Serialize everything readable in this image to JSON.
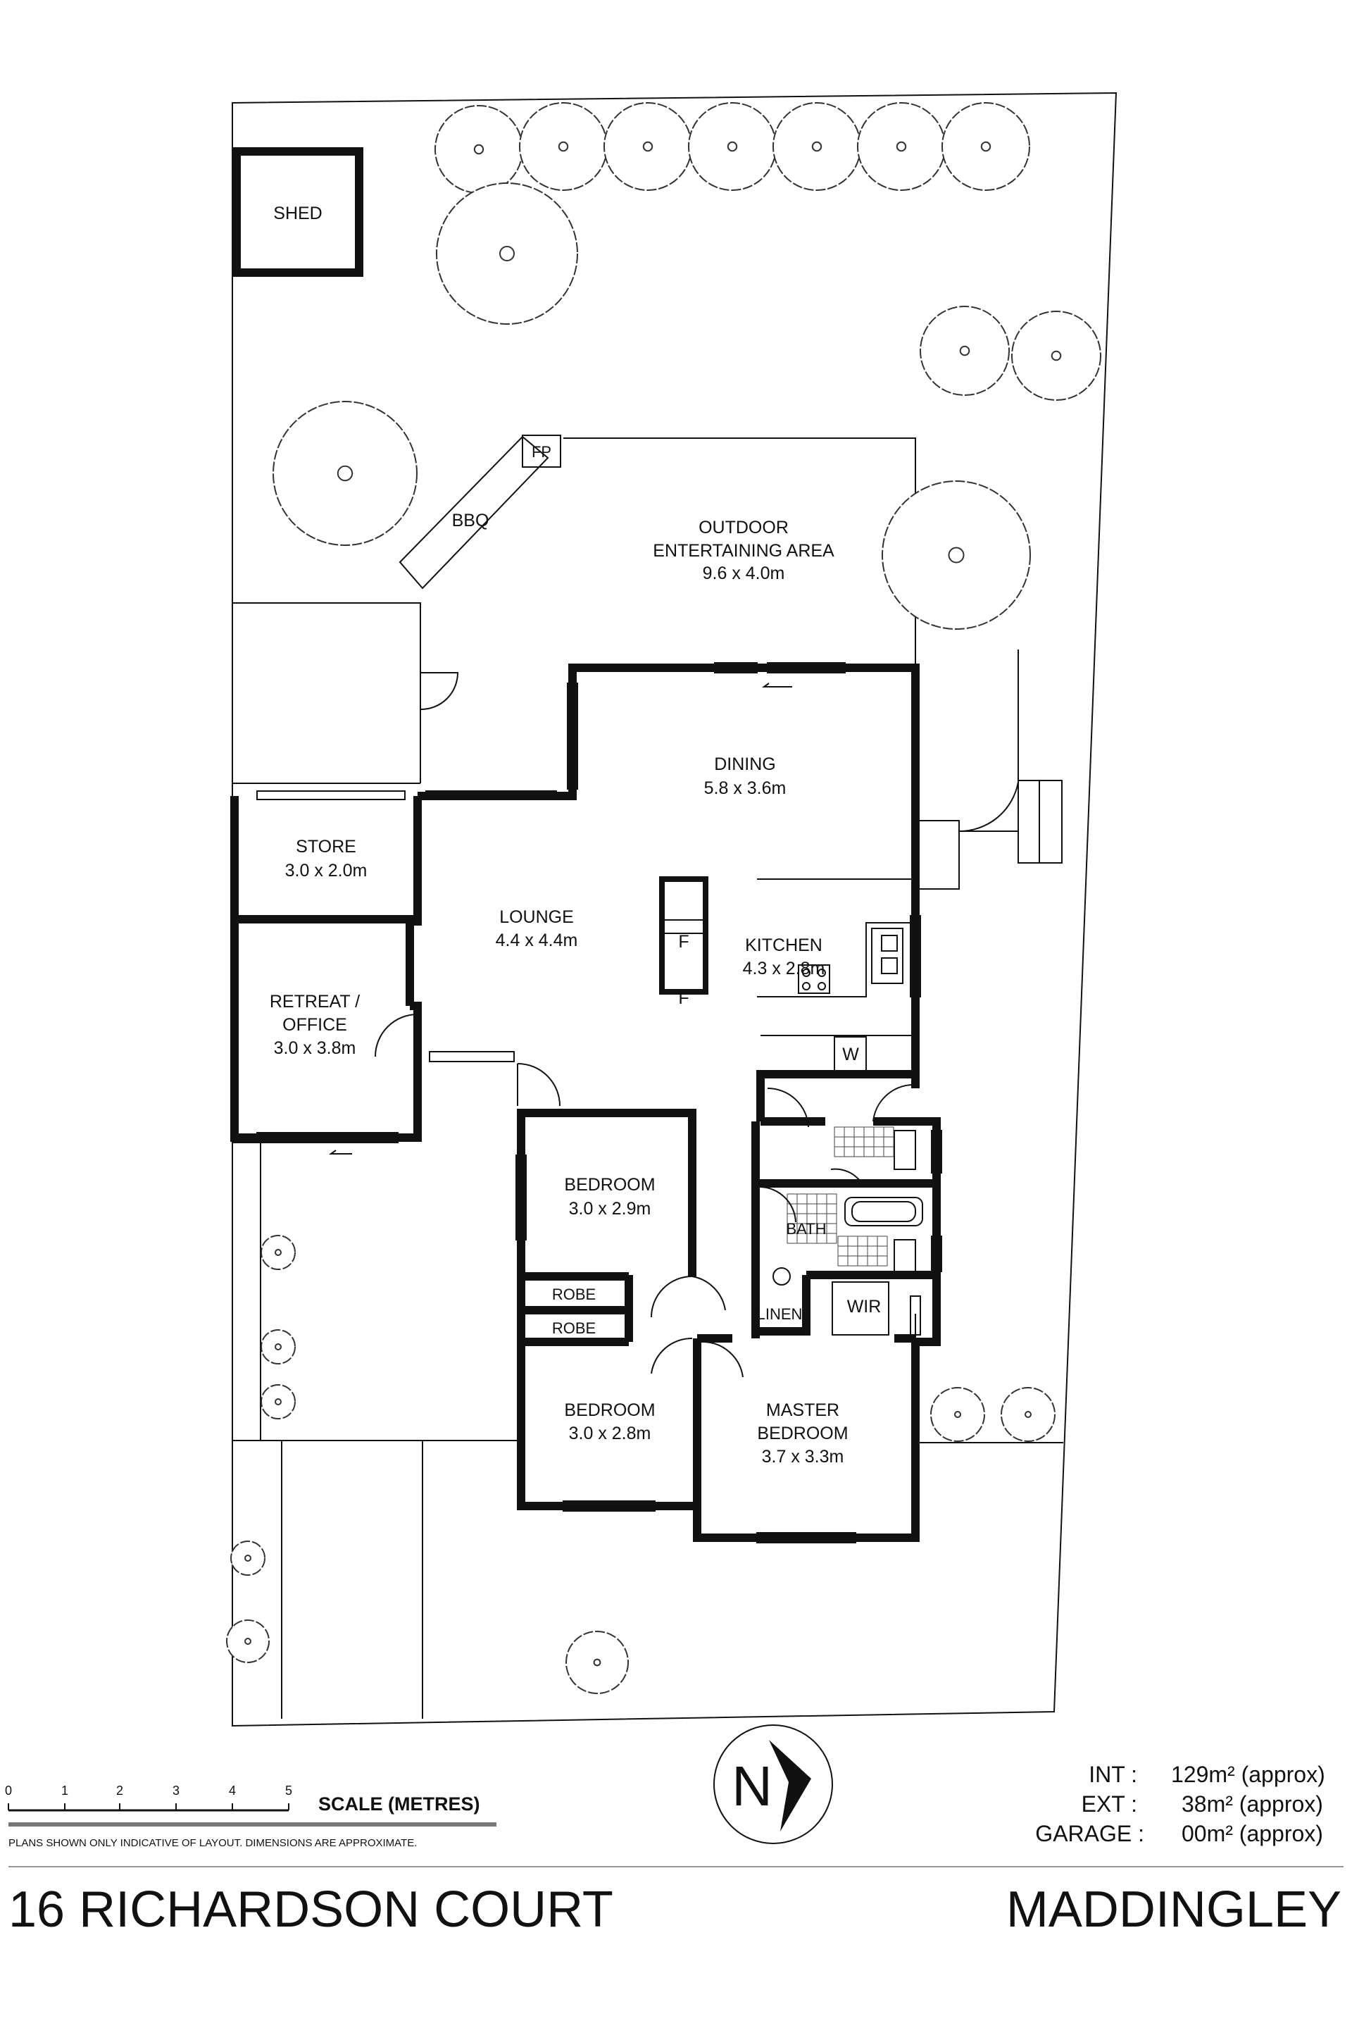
{
  "rooms": {
    "shed": "SHED",
    "fp": "FP",
    "bbq": "BBQ",
    "outdoor_name_1": "OUTDOOR",
    "outdoor_name_2": "ENTERTAINING AREA",
    "outdoor_dim": "9.6 x 4.0m",
    "dining_name": "DINING",
    "dining_dim": "5.8 x 3.6m",
    "store_name": "STORE",
    "store_dim": "3.0 x 2.0m",
    "lounge_name": "LOUNGE",
    "lounge_dim": "4.4 x 4.4m",
    "kitchen_name": "KITCHEN",
    "kitchen_dim": "4.3 x 2.8m",
    "fridge_1": "F",
    "fridge_2": "F",
    "retreat_name_1": "RETREAT /",
    "retreat_name_2": "OFFICE",
    "retreat_dim": "3.0 x 3.8m",
    "w": "W",
    "bed1_name": "BEDROOM",
    "bed1_dim": "3.0 x 2.9m",
    "bath": "BATH",
    "robe_1": "ROBE",
    "robe_2": "ROBE",
    "linen": "LINEN",
    "wir": "WIR",
    "bed2_name": "BEDROOM",
    "bed2_dim": "3.0 x 2.8m",
    "master_name_1": "MASTER",
    "master_name_2": "BEDROOM",
    "master_dim": "3.7 x 3.3m"
  },
  "scale": {
    "ticks": [
      "0",
      "1",
      "2",
      "3",
      "4",
      "5"
    ],
    "title": "SCALE (METRES)",
    "disclaimer": "PLANS SHOWN ONLY INDICATIVE OF LAYOUT. DIMENSIONS ARE APPROXIMATE."
  },
  "compass": {
    "letter": "N"
  },
  "areas": {
    "int_label": "INT :",
    "int_value": "129m² (approx)",
    "ext_label": "EXT :",
    "ext_value": "38m² (approx)",
    "garage_label": "GARAGE :",
    "garage_value": "00m² (approx)"
  },
  "footer": {
    "address": "16 RICHARDSON COURT",
    "suburb": "MADDINGLEY"
  }
}
